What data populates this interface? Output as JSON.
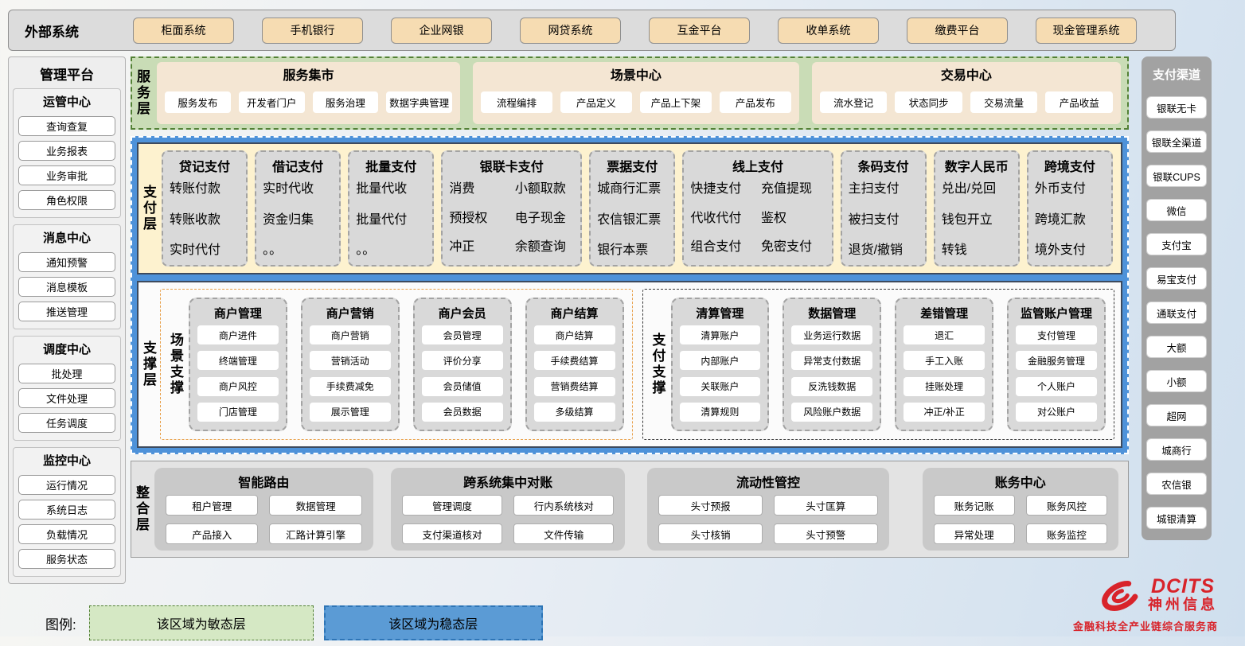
{
  "external_systems": {
    "label": "外部系统",
    "items": [
      "柜面系统",
      "手机银行",
      "企业网银",
      "网贷系统",
      "互金平台",
      "收单系统",
      "缴费平台",
      "现金管理系统"
    ]
  },
  "management_platform": {
    "title": "管理平台",
    "groups": [
      {
        "title": "运管中心",
        "items": [
          "查询查复",
          "业务报表",
          "业务审批",
          "角色权限"
        ]
      },
      {
        "title": "消息中心",
        "items": [
          "通知预警",
          "消息模板",
          "推送管理"
        ]
      },
      {
        "title": "调度中心",
        "items": [
          "批处理",
          "文件处理",
          "任务调度"
        ]
      },
      {
        "title": "监控中心",
        "items": [
          "运行情况",
          "系统日志",
          "负载情况",
          "服务状态"
        ]
      }
    ]
  },
  "service_layer": {
    "label": "服务层",
    "groups": [
      {
        "title": "服务集市",
        "items": [
          "服务发布",
          "开发者门户",
          "服务治理",
          "数据字典管理"
        ]
      },
      {
        "title": "场景中心",
        "items": [
          "流程编排",
          "产品定义",
          "产品上下架",
          "产品发布"
        ]
      },
      {
        "title": "交易中心",
        "items": [
          "流水登记",
          "状态同步",
          "交易流量",
          "产品收益"
        ]
      }
    ]
  },
  "payment_layer": {
    "label": "支付层",
    "columns": [
      {
        "title": "贷记支付",
        "items": [
          "转账付款",
          "转账收款",
          "实时代付"
        ]
      },
      {
        "title": "借记支付",
        "items": [
          "实时代收",
          "资金归集",
          "。。"
        ]
      },
      {
        "title": "批量支付",
        "items": [
          "批量代收",
          "批量代付",
          "。。"
        ]
      },
      {
        "title": "银联卡支付",
        "items": [
          "消费",
          "小额取款",
          "预授权",
          "电子现金",
          "冲正",
          "余额查询"
        ]
      },
      {
        "title": "票据支付",
        "items": [
          "城商行汇票",
          "农信银汇票",
          "银行本票"
        ]
      },
      {
        "title": "线上支付",
        "items": [
          "快捷支付",
          "充值提现",
          "代收代付",
          "鉴权",
          "组合支付",
          "免密支付"
        ]
      },
      {
        "title": "条码支付",
        "items": [
          "主扫支付",
          "被扫支付",
          "退货/撤销"
        ]
      },
      {
        "title": "数字人民币",
        "items": [
          "兑出/兑回",
          "钱包开立",
          "转钱"
        ]
      },
      {
        "title": "跨境支付",
        "items": [
          "外币支付",
          "跨境汇款",
          "境外支付"
        ]
      }
    ]
  },
  "support_layer": {
    "label": "支撑层",
    "sections": [
      {
        "label": "场景支撑",
        "groups": [
          {
            "title": "商户管理",
            "items": [
              "商户进件",
              "终端管理",
              "商户风控",
              "门店管理"
            ]
          },
          {
            "title": "商户营销",
            "items": [
              "商户营销",
              "营销活动",
              "手续费减免",
              "展示管理"
            ]
          },
          {
            "title": "商户会员",
            "items": [
              "会员管理",
              "评价分享",
              "会员储值",
              "会员数据"
            ]
          },
          {
            "title": "商户结算",
            "items": [
              "商户结算",
              "手续费结算",
              "营销费结算",
              "多级结算"
            ]
          }
        ]
      },
      {
        "label": "支付支撑",
        "groups": [
          {
            "title": "清算管理",
            "items": [
              "清算账户",
              "内部账户",
              "关联账户",
              "清算规则"
            ]
          },
          {
            "title": "数据管理",
            "items": [
              "业务运行数据",
              "异常支付数据",
              "反洗钱数据",
              "风险账户数据"
            ]
          },
          {
            "title": "差错管理",
            "items": [
              "退汇",
              "手工入账",
              "挂账处理",
              "冲正/补正"
            ]
          },
          {
            "title": "监管账户管理",
            "items": [
              "支付管理",
              "金融服务管理",
              "个人账户",
              "对公账户"
            ]
          }
        ]
      }
    ]
  },
  "integration_layer": {
    "label": "整合层",
    "groups": [
      {
        "title": "智能路由",
        "items": [
          "租户管理",
          "数据管理",
          "产品接入",
          "汇路计算引擎"
        ]
      },
      {
        "title": "跨系统集中对账",
        "items": [
          "管理调度",
          "行内系统核对",
          "支付渠道核对",
          "文件传输"
        ]
      },
      {
        "title": "流动性管控",
        "items": [
          "头寸预报",
          "头寸匡算",
          "头寸核销",
          "头寸预警"
        ]
      },
      {
        "title": "账务中心",
        "items": [
          "账务记账",
          "账务风控",
          "异常处理",
          "账务监控"
        ]
      }
    ]
  },
  "payment_channels": {
    "title": "支付渠道",
    "items": [
      "银联无卡",
      "银联全渠道",
      "银联CUPS",
      "微信",
      "支付宝",
      "易宝支付",
      "通联支付",
      "大额",
      "小额",
      "超网",
      "城商行",
      "农信银",
      "城银清算"
    ]
  },
  "legend": {
    "label": "图例:",
    "items": [
      {
        "text": "该区域为敏态层",
        "color": "#d5e8c4"
      },
      {
        "text": "该区域为稳态层",
        "color": "#5b9bd5"
      }
    ]
  },
  "logo": {
    "brand": "DCITS",
    "name": "神州信息",
    "tagline": "金融科技全产业链综合服务商"
  },
  "colors": {
    "agile_green": "#c9dcb6",
    "stable_blue": "#4e92d9",
    "brand_red": "#d8232a"
  }
}
